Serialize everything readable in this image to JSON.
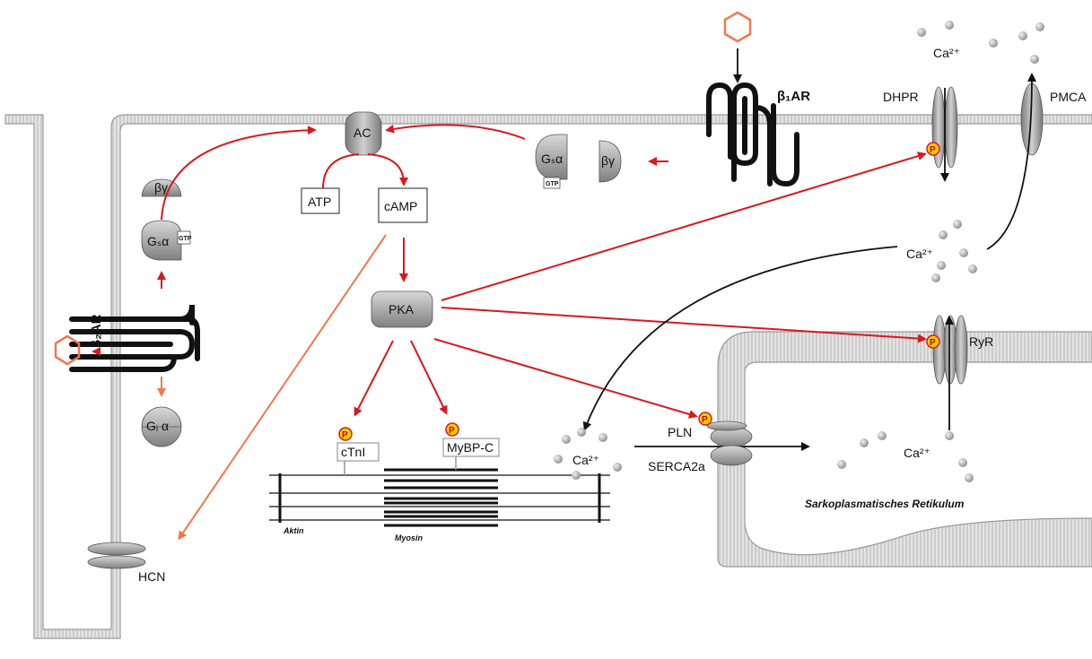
{
  "labels": {
    "beta1_ar": "β₁AR",
    "beta2_ar": "β₂AR",
    "ac": "AC",
    "atp": "ATP",
    "camp": "cAMP",
    "pka": "PKA",
    "dhpr": "DHPR",
    "pmca": "PMCA",
    "ca2_top": "Ca²⁺",
    "ca2_mid": "Ca²⁺",
    "ca2_left": "Ca²⁺",
    "ca2_sr": "Ca²⁺",
    "ryr": "RyR",
    "pln": "PLN",
    "serca": "SERCA2a",
    "sr_name": "Sarkoplasmatisches Retikulum",
    "ctni": "cTnI",
    "mybpc": "MyBP-C",
    "aktin": "Aktin",
    "myosin": "Myosin",
    "hcn": "HCN",
    "gtp": "GTP",
    "gs_alpha": "Gₛα",
    "gi_alpha": "Gᵢ α",
    "beta_gamma": "βγ",
    "phospho": "P"
  },
  "colors": {
    "signal_red": "#d71920",
    "signal_light": "#f07850",
    "ligand": "#f07850",
    "membrane": "#c8c8c8",
    "protein_gray": "#9a9a9a",
    "phospho_fill": "#ffd000"
  }
}
